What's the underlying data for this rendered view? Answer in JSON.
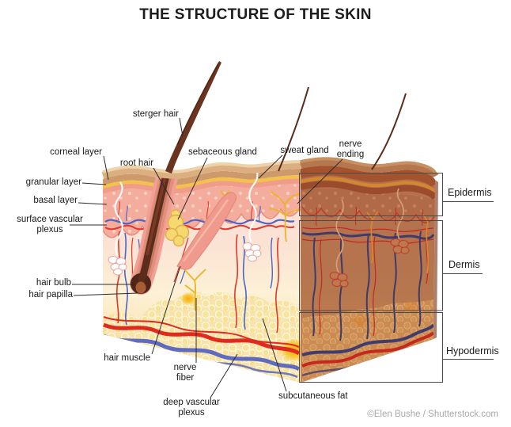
{
  "title": "THE STRUCTURE OF THE SKIN",
  "credit": "©Elen Bushe / Shutterstock.com",
  "labels": {
    "sterger_hair": "sterger hair",
    "corneal_layer": "corneal layer",
    "granular_layer": "granular layer",
    "basal_layer": "basal layer",
    "surface_vascular_plexus": "surface vascular plexus",
    "root_hair": "root hair",
    "sebaceous_gland": "sebaceous gland",
    "sweat_gland": "sweat gland",
    "nerve_ending": "nerve ending",
    "hair_bulb": "hair bulb",
    "hair_papilla": "hair papilla",
    "hair_muscle": "hair muscle",
    "nerve_fiber": "nerve fiber",
    "deep_vascular_plexus": "deep vascular plexus",
    "subcutaneous_fat": "subcutaneous fat"
  },
  "layer_labels": {
    "epidermis": "Epidermis",
    "dermis": "Dermis",
    "hypodermis": "Hypodermis"
  },
  "colors": {
    "surface_tan_light": "#CE9A6B",
    "granular_gold": "#F2C14E",
    "epidermis_pink": "#F4AC9C",
    "dermis_cream": "#FDF1D6",
    "hypodermis_yellow": "#F8E49B",
    "dark_skin": "#B06A48",
    "vessel_red": "#E0392B",
    "vessel_blue": "#4A64C8",
    "deep_vessel_navy": "#413C6E",
    "hair_brown": "#5A2C1C",
    "gland_yellow": "#F6D96E",
    "nerve_yellow": "#E8B62A",
    "label_color": "#1A1A1A",
    "credit_gray": "#A8A8A8"
  }
}
